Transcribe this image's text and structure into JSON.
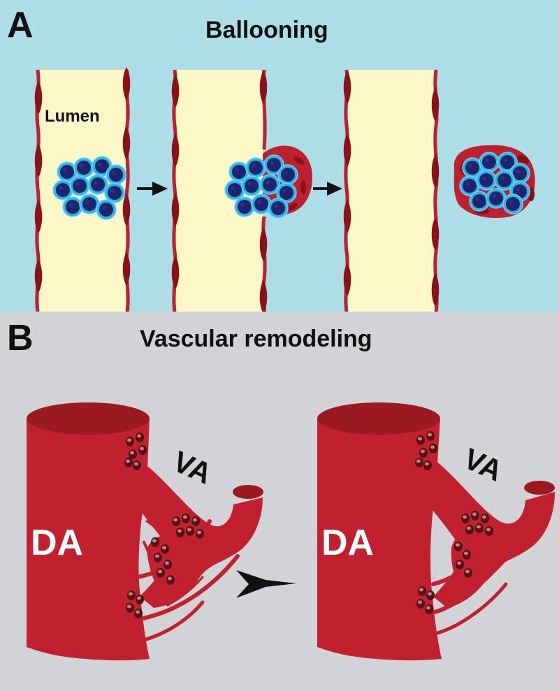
{
  "colors": {
    "panel_a_background": "#addde7",
    "panel_b_background": "#d1d3d6",
    "lumen": "#fbf7c6",
    "endothelium": "#bd202e",
    "endothelial_nucleus": "#8c1018",
    "tumor_cell": "#2ab4e8",
    "tumor_nucleus": "#1e236a",
    "vessel": "#c1202f",
    "vessel_dark": "#9b1a22",
    "cell_cluster": "#591015",
    "arrow": "#111111"
  },
  "panel_a": {
    "letter": "A",
    "title": "Ballooning",
    "lumen_label": "Lumen"
  },
  "panel_b": {
    "letter": "B",
    "title": "Vascular remodeling",
    "left_vessel": {
      "da_label": "DA",
      "va_label": "VA"
    },
    "right_vessel": {
      "da_label": "DA",
      "va_label": "VA"
    }
  }
}
